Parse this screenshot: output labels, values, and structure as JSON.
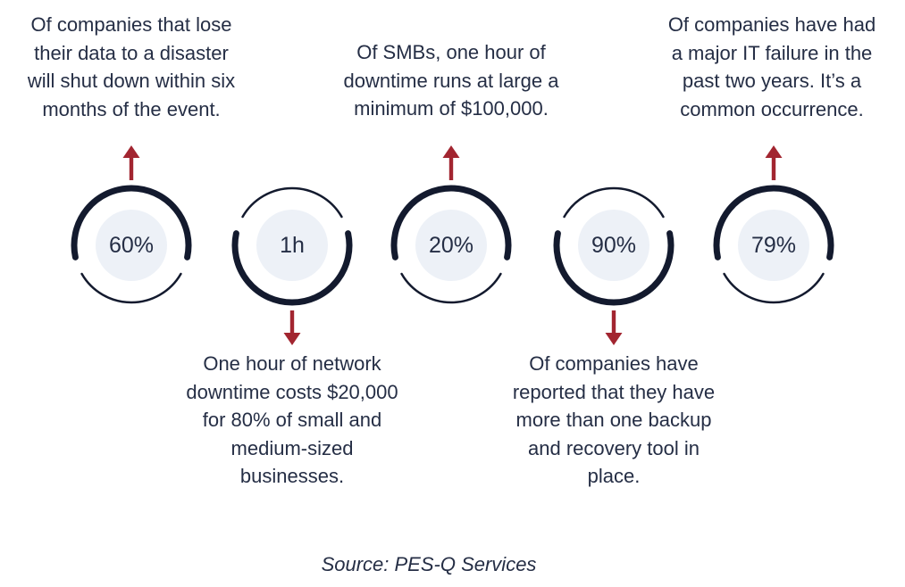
{
  "colors": {
    "text_navy": "#252e45",
    "ring_dark": "#131a2e",
    "inner_circle_fill": "#edf1f7",
    "arrow_red": "#a22530",
    "background": "#ffffff"
  },
  "stats": {
    "items": [
      {
        "value": "60%",
        "direction": "up",
        "caption": "Of companies that lose\ntheir data to a disaster\nwill shut down within six\nmonths of the event."
      },
      {
        "value": "1h",
        "direction": "down",
        "caption": "One hour of network\ndowntime costs $20,000\nfor 80% of small and\nmedium-sized\nbusinesses."
      },
      {
        "value": "20%",
        "direction": "up",
        "caption": "Of SMBs, one hour of\ndowntime runs at large a\nminimum of $100,000."
      },
      {
        "value": "90%",
        "direction": "down",
        "caption": "Of companies have\nreported that they have\nmore than one backup\nand recovery tool in\nplace."
      },
      {
        "value": "79%",
        "direction": "up",
        "caption": "Of companies have had\na major IT failure in the\npast two years. It’s a\ncommon occurrence."
      }
    ]
  },
  "source": {
    "label": "Source: PES-Q Services"
  }
}
